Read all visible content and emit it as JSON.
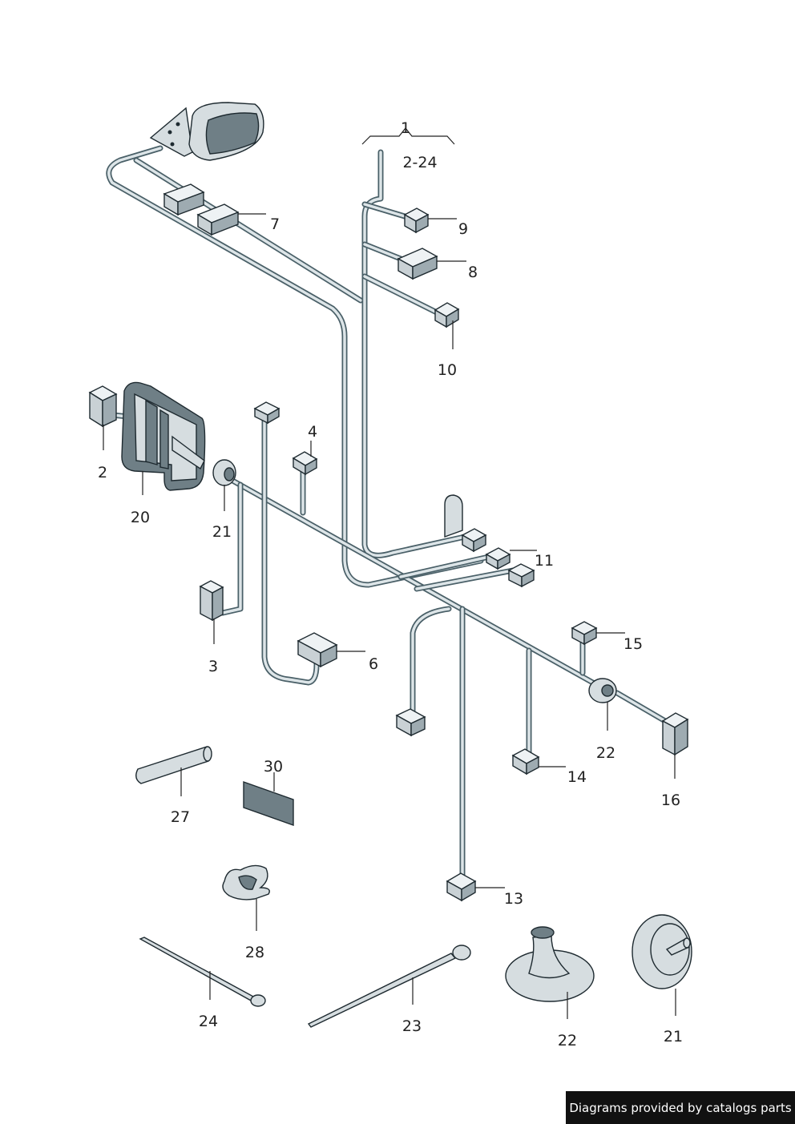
{
  "diagram": {
    "group_label": "1",
    "group_range": "2-24",
    "callouts": {
      "c2": "2",
      "c3": "3",
      "c4": "4",
      "c6": "6",
      "c7": "7",
      "c8": "8",
      "c9": "9",
      "c10": "10",
      "c11": "11",
      "c13": "13",
      "c14": "14",
      "c15": "15",
      "c16": "16",
      "c20": "20",
      "c21a": "21",
      "c21b": "21",
      "c22a": "22",
      "c22b": "22",
      "c23": "23",
      "c24": "24",
      "c27": "27",
      "c28": "28",
      "c30": "30"
    }
  },
  "footer": {
    "credit": "Diagrams provided by catalogs parts"
  }
}
